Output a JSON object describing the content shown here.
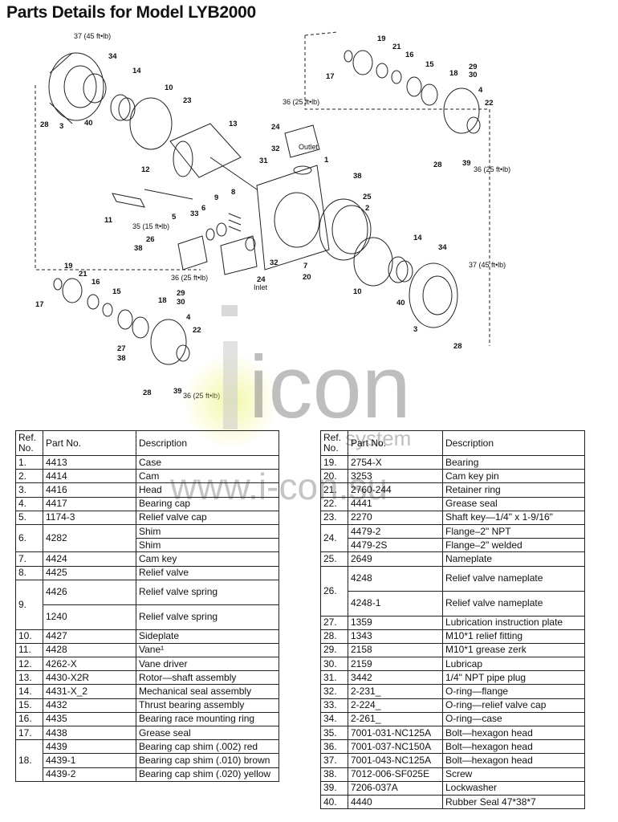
{
  "page_title": "Parts Details for Model LYB2000",
  "watermark": {
    "word": "icon",
    "subword": "system",
    "url": "www.i-con.su"
  },
  "diagram": {
    "labels": [
      "37 (45 ft•lb)",
      "34",
      "14",
      "28",
      "3",
      "40",
      "10",
      "23",
      "13",
      "12",
      "11",
      "5",
      "35 (15 ft•lb)",
      "26",
      "38",
      "33",
      "6",
      "9",
      "8",
      "36 (25 ft•lb)",
      "24",
      "32",
      "31",
      "1",
      "Outlet",
      "38",
      "25",
      "2",
      "7",
      "20",
      "24",
      "Inlet",
      "32",
      "36 (25 ft•lb)",
      "19",
      "21",
      "16",
      "15",
      "18",
      "29",
      "30",
      "4",
      "22",
      "17",
      "28",
      "39",
      "36 (25 ft•lb)",
      "14",
      "34",
      "37 (45 ft•lb)",
      "40",
      "10",
      "3",
      "28",
      "19",
      "21",
      "16",
      "15",
      "18",
      "29",
      "30",
      "4",
      "22",
      "27",
      "38",
      "17",
      "28",
      "39",
      "36 (25 ft•lb)"
    ]
  },
  "table": {
    "headers": {
      "ref": "Ref. No.",
      "part": "Part No.",
      "desc": "Description"
    },
    "left": [
      {
        "ref": "1.",
        "items": [
          [
            "4413",
            "Case"
          ]
        ]
      },
      {
        "ref": "2.",
        "items": [
          [
            "4414",
            "Cam"
          ]
        ]
      },
      {
        "ref": "3.",
        "items": [
          [
            "4416",
            "Head"
          ]
        ]
      },
      {
        "ref": "4.",
        "items": [
          [
            "4417",
            "Bearing cap"
          ]
        ]
      },
      {
        "ref": "5.",
        "items": [
          [
            "1174-3",
            "Relief valve cap"
          ]
        ]
      },
      {
        "ref": "6.",
        "items": [
          [
            "4282",
            "Shim"
          ],
          [
            "",
            "Shim"
          ]
        ],
        "merged_part": true
      },
      {
        "ref": "7.",
        "items": [
          [
            "4424",
            "Cam key"
          ]
        ]
      },
      {
        "ref": "8.",
        "items": [
          [
            "4425",
            "Relief valve"
          ]
        ]
      },
      {
        "ref": "9.",
        "items": [
          [
            "4426",
            "Relief valve spring"
          ],
          [
            "1240",
            "Relief valve spring"
          ]
        ],
        "tall": true
      },
      {
        "ref": "10.",
        "items": [
          [
            "4427",
            "Sideplate"
          ]
        ]
      },
      {
        "ref": "11.",
        "items": [
          [
            "4428",
            "Vane¹"
          ]
        ]
      },
      {
        "ref": "12.",
        "items": [
          [
            "4262-X",
            "Vane driver"
          ]
        ]
      },
      {
        "ref": "13.",
        "items": [
          [
            "4430-X2R",
            "Rotor—shaft assembly"
          ]
        ]
      },
      {
        "ref": "14.",
        "items": [
          [
            "4431-X_2",
            "Mechanical seal assembly"
          ]
        ]
      },
      {
        "ref": "15.",
        "items": [
          [
            "4432",
            "Thrust bearing assembly"
          ]
        ]
      },
      {
        "ref": "16.",
        "items": [
          [
            "4435",
            "Bearing race mounting ring"
          ]
        ]
      },
      {
        "ref": "17.",
        "items": [
          [
            "4438",
            "Grease seal"
          ]
        ]
      },
      {
        "ref": "18.",
        "items": [
          [
            "4439",
            "Bearing cap shim (.002) red"
          ],
          [
            "4439-1",
            "Bearing cap shim (.010) brown"
          ],
          [
            "4439-2",
            "Bearing cap shim (.020) yellow"
          ]
        ]
      }
    ],
    "right": [
      {
        "ref": "19.",
        "items": [
          [
            "2754-X",
            "Bearing"
          ]
        ]
      },
      {
        "ref": "20.",
        "items": [
          [
            "3253",
            "Cam key pin"
          ]
        ]
      },
      {
        "ref": "21.",
        "items": [
          [
            "2760-244",
            "Retainer ring"
          ]
        ]
      },
      {
        "ref": "22.",
        "items": [
          [
            "4441",
            "Grease seal"
          ]
        ]
      },
      {
        "ref": "23.",
        "items": [
          [
            "2270",
            "Shaft key—1/4\" x 1-9/16\""
          ]
        ]
      },
      {
        "ref": "24.",
        "items": [
          [
            "4479-2",
            "Flange–2\" NPT"
          ],
          [
            "4479-2S",
            "Flange–2\" welded"
          ]
        ]
      },
      {
        "ref": "25.",
        "items": [
          [
            "2649",
            "Nameplate"
          ]
        ]
      },
      {
        "ref": "26.",
        "items": [
          [
            "4248",
            "Relief valve nameplate"
          ],
          [
            "4248-1",
            "Relief valve nameplate"
          ]
        ],
        "tall": true
      },
      {
        "ref": "27.",
        "items": [
          [
            "1359",
            "Lubrication instruction plate"
          ]
        ]
      },
      {
        "ref": "28.",
        "items": [
          [
            "1343",
            "M10*1 relief fitting"
          ]
        ]
      },
      {
        "ref": "29.",
        "items": [
          [
            "2158",
            "M10*1 grease zerk"
          ]
        ]
      },
      {
        "ref": "30.",
        "items": [
          [
            "2159",
            "Lubricap"
          ]
        ]
      },
      {
        "ref": "31.",
        "items": [
          [
            "3442",
            "1/4\" NPT pipe plug"
          ]
        ]
      },
      {
        "ref": "32.",
        "items": [
          [
            "2-231_",
            "O-ring—flange"
          ]
        ]
      },
      {
        "ref": "33.",
        "items": [
          [
            "2-224_",
            "O-ring—relief valve cap"
          ]
        ]
      },
      {
        "ref": "34.",
        "items": [
          [
            "2-261_",
            "O-ring—case"
          ]
        ]
      },
      {
        "ref": "35.",
        "items": [
          [
            "7001-031-NC125A",
            "Bolt—hexagon head"
          ]
        ]
      },
      {
        "ref": "36.",
        "items": [
          [
            "7001-037-NC150A",
            "Bolt—hexagon head"
          ]
        ]
      },
      {
        "ref": "37.",
        "items": [
          [
            "7001-043-NC125A",
            "Bolt—hexagon head"
          ]
        ]
      },
      {
        "ref": "38.",
        "items": [
          [
            "7012-006-SF025E",
            "Screw"
          ]
        ]
      },
      {
        "ref": "39.",
        "items": [
          [
            "7206-037A",
            "Lockwasher"
          ]
        ]
      },
      {
        "ref": "40.",
        "items": [
          [
            "4440",
            "Rubber Seal 47*38*7"
          ]
        ]
      }
    ]
  }
}
